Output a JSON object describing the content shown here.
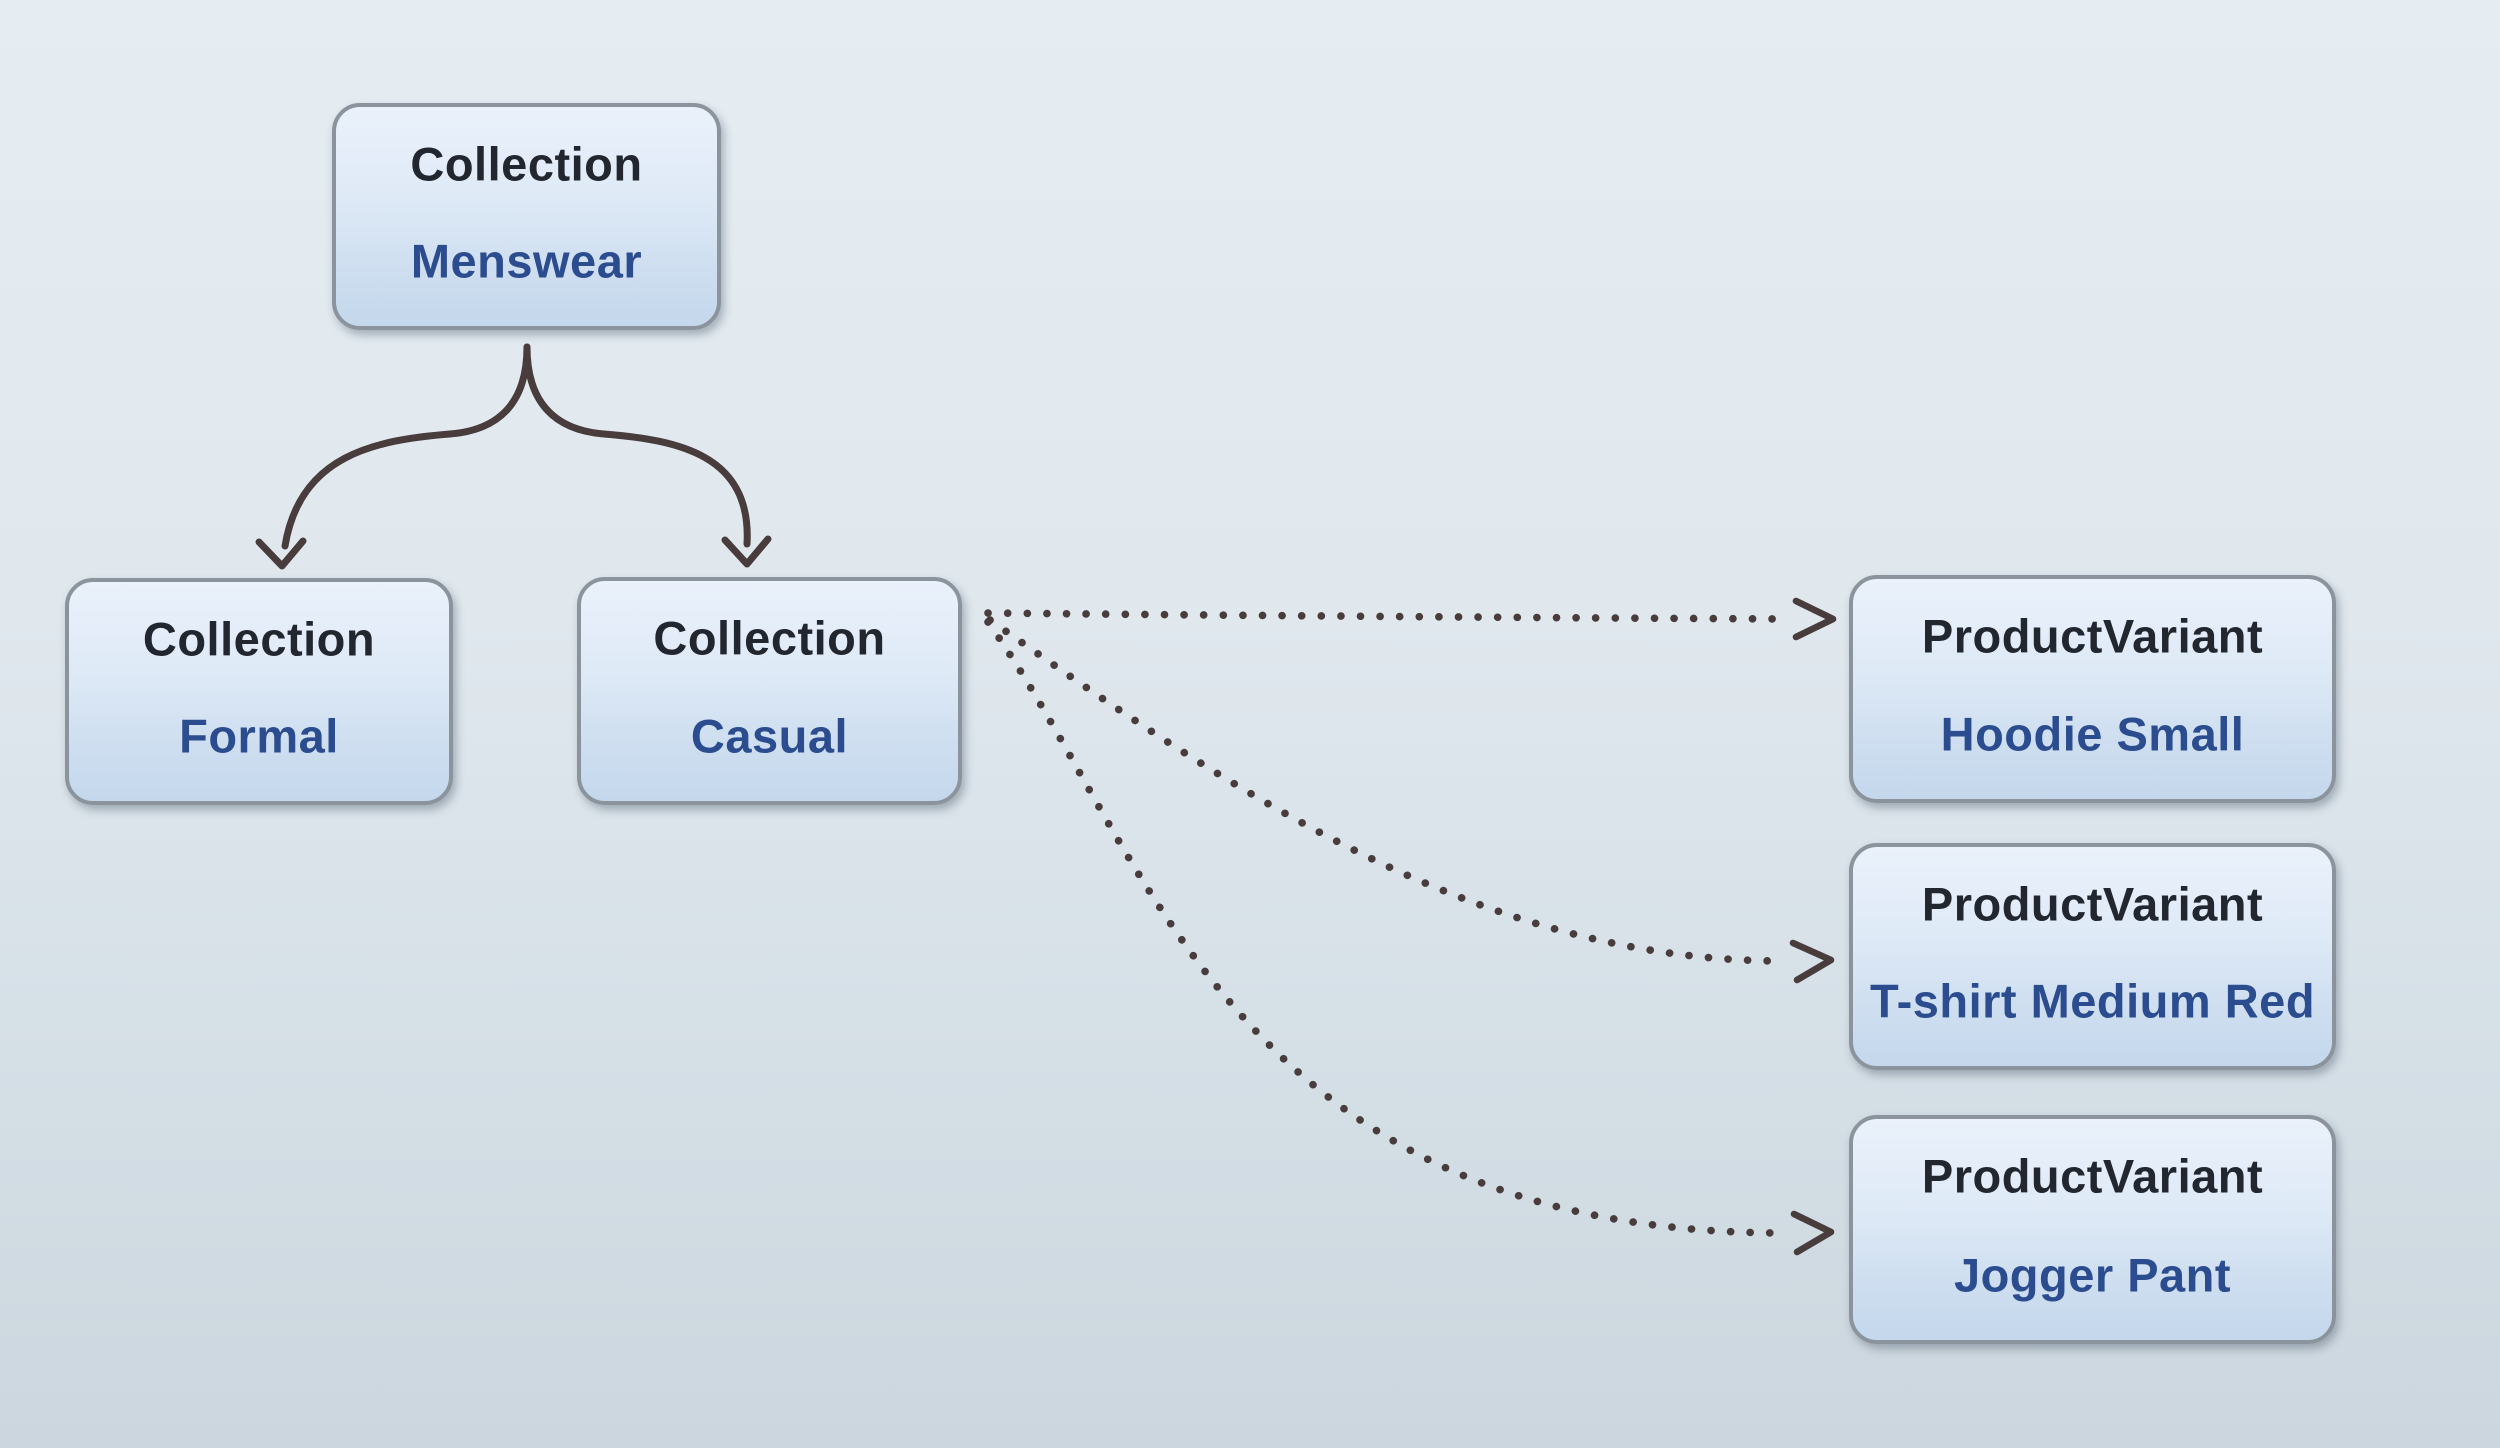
{
  "colors": {
    "connector": "#483c3c",
    "node_border": "#8b949c",
    "type_text": "#22262f",
    "name_text": "#2b4d90",
    "node_fill_top": "#eaf1fb",
    "node_fill_bottom": "#c4d7ec",
    "background_top": "#e5ecf2",
    "background_bottom": "#ccd6de"
  },
  "nodes": {
    "menswear": {
      "type": "Collection",
      "name": "Menswear"
    },
    "formal": {
      "type": "Collection",
      "name": "Formal"
    },
    "casual": {
      "type": "Collection",
      "name": "Casual"
    },
    "hoodie": {
      "type": "ProductVariant",
      "name": "Hoodie Small"
    },
    "tshirt": {
      "type": "ProductVariant",
      "name": "T-shirt Medium Red"
    },
    "jogger": {
      "type": "ProductVariant",
      "name": "Jogger Pant"
    }
  },
  "edges": [
    {
      "from": "Menswear",
      "to": "Formal",
      "style": "solid-curly-arrow"
    },
    {
      "from": "Menswear",
      "to": "Casual",
      "style": "solid-curly-arrow"
    },
    {
      "from": "Casual",
      "to": "Hoodie Small",
      "style": "dotted-arrow"
    },
    {
      "from": "Casual",
      "to": "T-shirt Medium Red",
      "style": "dotted-arrow"
    },
    {
      "from": "Casual",
      "to": "Jogger Pant",
      "style": "dotted-arrow"
    }
  ]
}
